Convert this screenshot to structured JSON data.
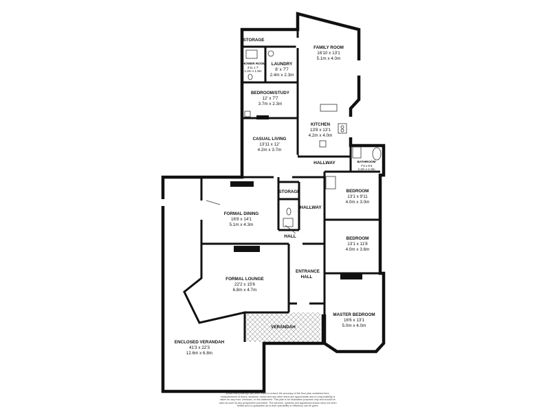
{
  "rooms": {
    "family_room": {
      "name": "FAMILY ROOM",
      "imperial": "16'10 x 13'1",
      "metric": "5.1m x 4.0m"
    },
    "laundry": {
      "name": "LAUNDRY",
      "imperial": "8' x 7'7",
      "metric": "2.4m x 2.3m"
    },
    "storage_top": {
      "name": "STORAGE"
    },
    "shower_room": {
      "name": "SHOWER ROOM",
      "imperial": "3'11 x 7'",
      "metric": "1.2m x 1.9m"
    },
    "bedroom_study": {
      "name": "BEDROOM/STUDY",
      "imperial": "12' x 7'7",
      "metric": "3.7m x 2.3m"
    },
    "kitchen": {
      "name": "KITCHEN",
      "imperial": "13'8 x 13'1",
      "metric": "4.2m x 4.0m"
    },
    "casual_living": {
      "name": "CASUAL LIVING",
      "imperial": "13'11 x 12'",
      "metric": "4.2m x 3.7m"
    },
    "bathroom": {
      "name": "BATHROOM",
      "imperial": "7'3 x 6'3",
      "metric": "2.2m x 1.9m"
    },
    "bedroom_1": {
      "name": "BEDROOM",
      "imperial": "13'1 x 9'11",
      "metric": "4.0m x 3.0m"
    },
    "storage_mid": {
      "name": "STORAGE"
    },
    "formal_dining": {
      "name": "FORMAL DINING",
      "imperial": "16'8 x 14'1",
      "metric": "5.1m x 4.3m"
    },
    "bedroom_2": {
      "name": "BEDROOM",
      "imperial": "13'1 x 11'8",
      "metric": "4.0m x 3.6m"
    },
    "formal_lounge": {
      "name": "FORMAL LOUNGE",
      "imperial": "22'2 x 15'6",
      "metric": "6.8m x 4.7m"
    },
    "entrance_hall": {
      "name": "ENTRANCE HALL"
    },
    "master_bedroom": {
      "name": "MASTER BEDROOM",
      "imperial": "16'6 x 13'1",
      "metric": "5.0m x 4.0m"
    },
    "verandah": {
      "name": "VERANDAH"
    },
    "enclosed_verandah": {
      "name": "ENCLOSED VERANDAH",
      "imperial": "41'3 x 22'3",
      "metric": "12.6m x 6.8m"
    }
  },
  "halls": {
    "hallway_upper": "HALLWAY",
    "hallway_mid": "HALLWAY",
    "hall": "HALL"
  },
  "disclaimer": "Whilst every attempt has been made to ensure the accuracy of the floor plan contained here, measurements of doors, windows, rooms and any other items are approximate and no responsibility is taken for any error, omission, or mis-statement. This plan is for illustrative purposes only and should be used as such by any prospective purchaser. The services, systems and appliances shown have not been tested and no guarantee as to their operability or efficiency can be given"
}
